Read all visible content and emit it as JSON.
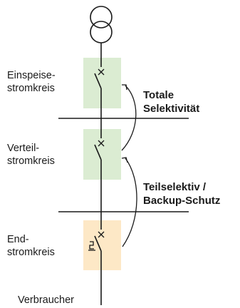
{
  "colors": {
    "feeder_box": "#dbecd2",
    "distribution_box": "#dbecd2",
    "final_box": "#fde8c6",
    "line": "#1a1a1a"
  },
  "levels": {
    "feeder": [
      "Einspeise-",
      "stromkreis"
    ],
    "distribution": [
      "Verteil-",
      "stromkreis"
    ],
    "final": [
      "End-",
      "stromkreis"
    ]
  },
  "annotations": {
    "total": [
      "Totale",
      "Selektivität"
    ],
    "partial": [
      "Teilselektiv /",
      "Backup-Schutz"
    ]
  },
  "consumer": "Verbraucher",
  "icons": {
    "transformer": "transformer-icon",
    "breaker": "circuit-breaker-icon",
    "fuse_switch": "mcb-icon"
  }
}
